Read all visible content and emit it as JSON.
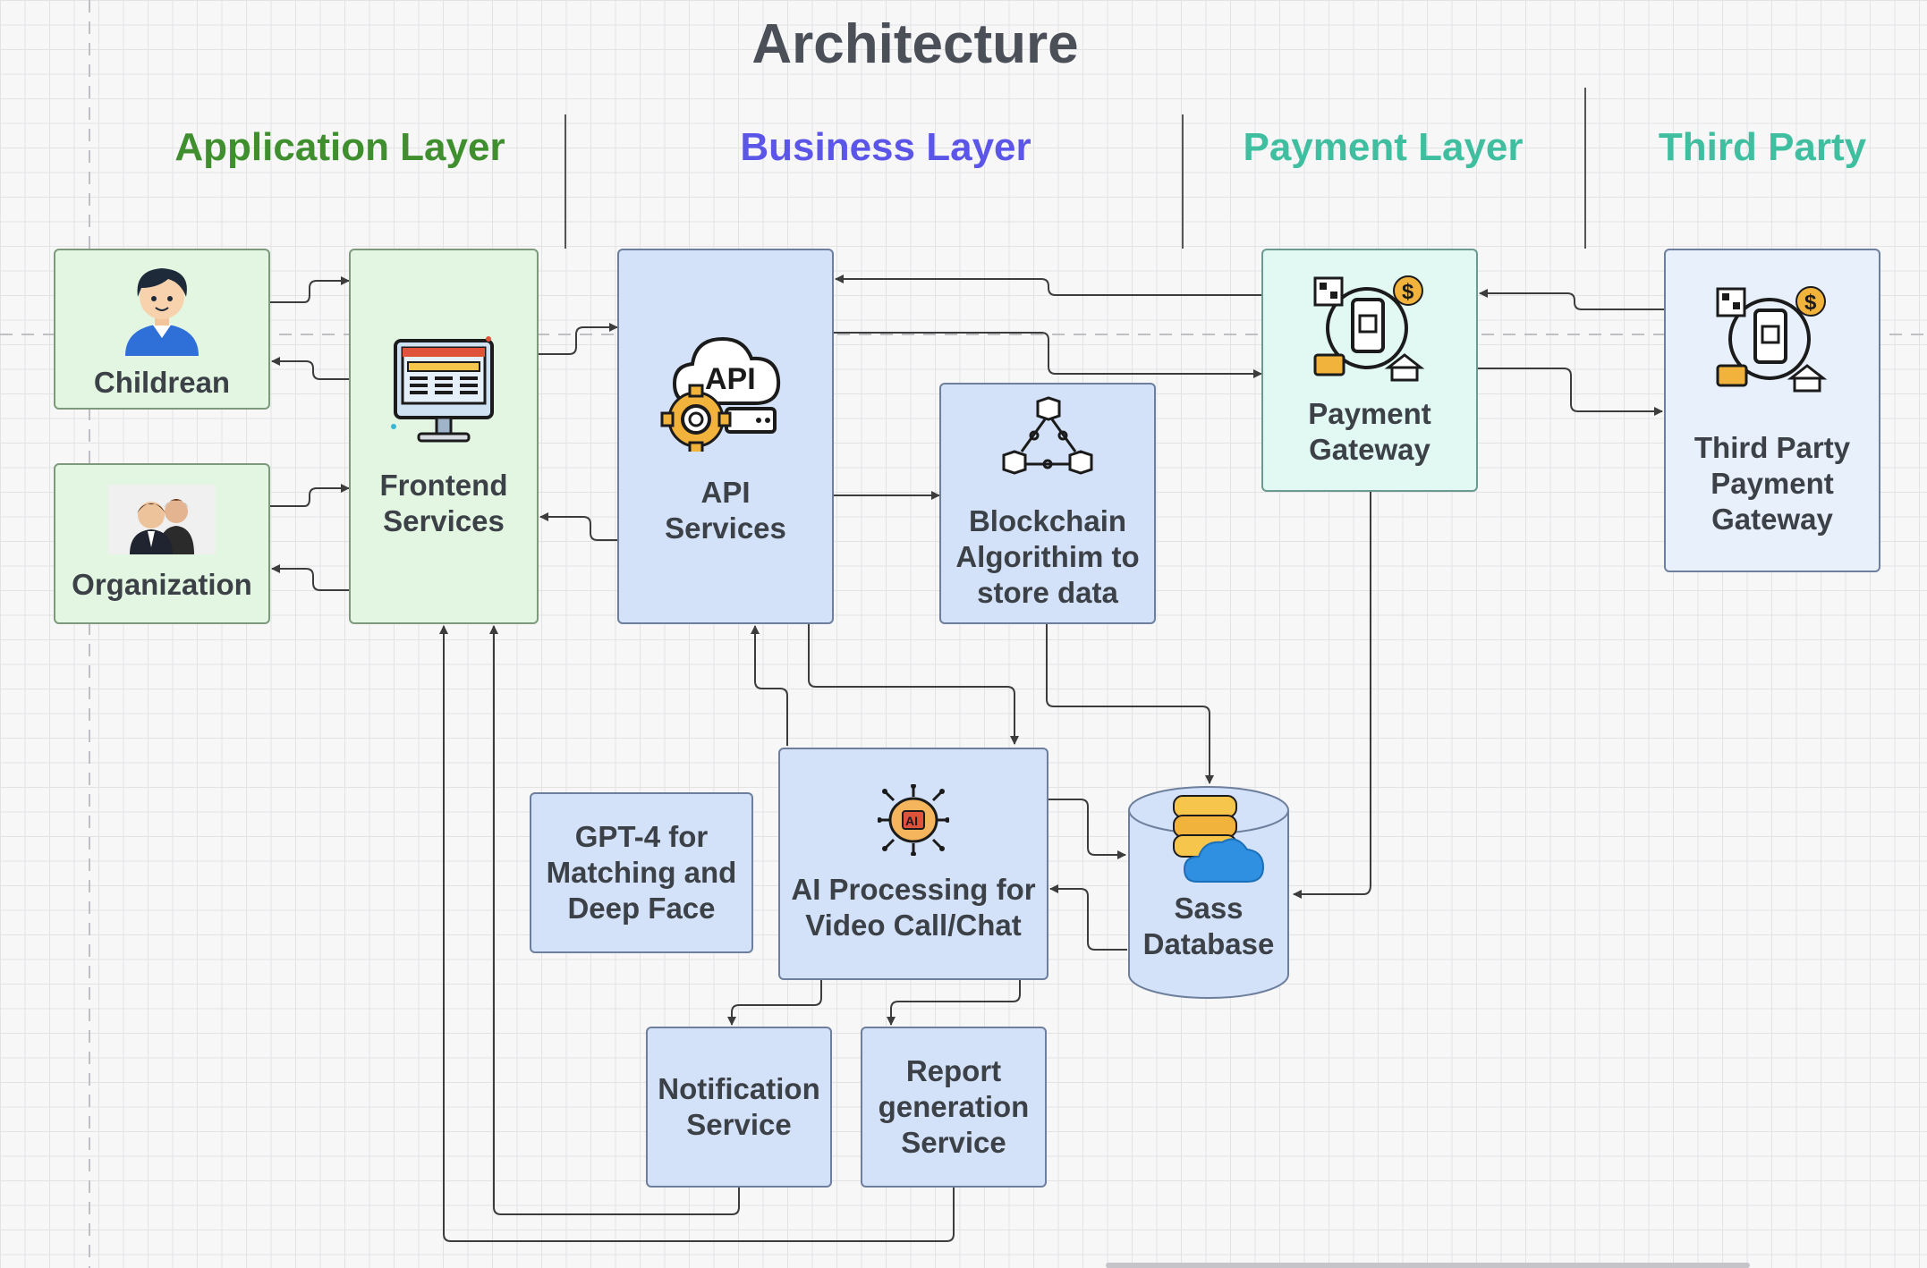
{
  "title": "Architecture",
  "layers": [
    {
      "label": "Application Layer",
      "color": "#3f8f2f"
    },
    {
      "label": "Business Layer",
      "color": "#5b55e8"
    },
    {
      "label": "Payment Layer",
      "color": "#3fbf9f"
    },
    {
      "label": "Third Party",
      "color": "#3fbf9f"
    }
  ],
  "nodes": {
    "childrean": "Childrean",
    "organization": "Organization",
    "frontend": "Frontend\nServices",
    "api": "API\nServices",
    "blockchain": "Blockchain\nAlgorithim to\nstore data",
    "payment_gateway": "Payment\nGateway",
    "third_party_gateway": "Third Party\nPayment\nGateway",
    "gpt4": "GPT-4 for\nMatching and\nDeep Face",
    "ai_processing": "AI Processing for\nVideo Call/Chat",
    "database": "Sass\nDatabase",
    "notification": "Notification\nService",
    "report": "Report\ngeneration\nService"
  },
  "icons": {
    "api_cloud_text": "API",
    "ai_chip_text": "AI",
    "currency_symbol": "$"
  }
}
